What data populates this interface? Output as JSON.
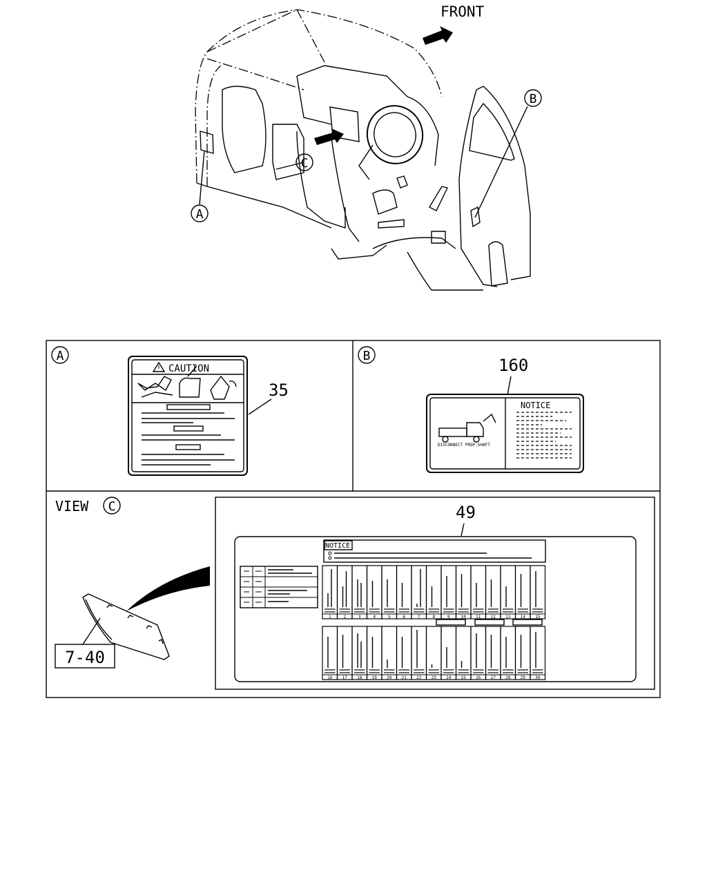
{
  "overview": {
    "front_label": "FRONT",
    "callout_a": "A",
    "callout_b": "B",
    "callout_c": "C"
  },
  "panel_a": {
    "circle_letter": "A",
    "part_number": "35",
    "label_title": "CAUTION"
  },
  "panel_b": {
    "circle_letter": "B",
    "part_number": "160",
    "label_title": "NOTICE",
    "caption": "DISCONNECT PROP-SHAFT"
  },
  "panel_c": {
    "view_text": "VIEW",
    "circle_letter": "C",
    "part_number": "49",
    "ref_box": "7-40",
    "notice_title": "NOTICE",
    "fuse_row1": [
      "1",
      "2",
      "3",
      "4",
      "5",
      "6",
      "7",
      "8",
      "9",
      "10",
      "11",
      "12",
      "13",
      "14",
      "15"
    ],
    "fuse_row2": [
      "16",
      "17",
      "18",
      "19",
      "20",
      "21",
      "22",
      "23",
      "24",
      "25",
      "26",
      "27",
      "28",
      "29",
      "30"
    ]
  }
}
